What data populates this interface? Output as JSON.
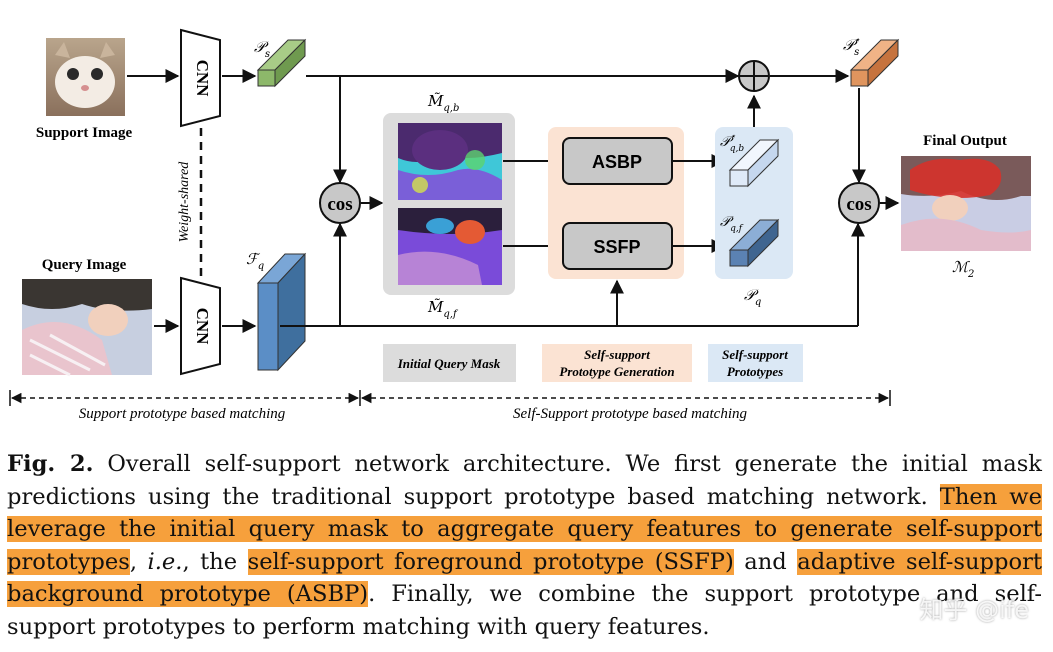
{
  "diagram": {
    "support_image_label": "Support Image",
    "query_image_label": "Query Image",
    "final_output_label": "Final Output",
    "cnn_top": "CNN",
    "cnn_bottom": "CNN",
    "weight_shared": "Weight-shared",
    "cos_left": "cos",
    "cos_right": "cos",
    "asbp": "ASBP",
    "ssfp": "SSFP",
    "p_s": "𝒫",
    "p_s_sub": "s",
    "p_s_star": "𝒫",
    "p_s_star_sub": "s",
    "p_s_star_sup": "⋆",
    "f_q": "ℱ",
    "f_q_sub": "q",
    "m_qb": "M̃",
    "m_qb_sub": "q,b",
    "m_qf": "M̃",
    "m_qf_sub": "q,f",
    "p_qb": "𝒫",
    "p_qb_sub": "q,b",
    "p_qb_sup": "⋆",
    "p_qf": "𝒫",
    "p_qf_sub": "q,f",
    "p_q": "𝒫",
    "p_q_sub": "q",
    "m_2": "ℳ",
    "m_2_sub": "2",
    "legend_initial": "Initial Query Mask",
    "legend_generation_1": "Self-support",
    "legend_generation_2": "Prototype Generation",
    "legend_prototypes_1": "Self-support",
    "legend_prototypes_2": "Prototypes",
    "span_left": "Support prototype based matching",
    "span_right": "Self-Support prototype based matching",
    "colors": {
      "support_proto": "#8db86a",
      "support_proto_star": "#e0955e",
      "query_feat": "#5b8ec6",
      "mask_panel": "#dcdcdc",
      "gen_panel": "#fbe3d3",
      "proto_panel": "#dbe8f5",
      "highlight": "#f6a03c"
    }
  },
  "caption": {
    "fig_label": "Fig. 2.",
    "text_1": " Overall self-support network architecture. We first generate the initial mask predictions using the traditional support prototype based matching network. ",
    "hl_1": "Then we leverage the initial query mask to aggregate query features to generate self-support prototypes",
    "text_2": ", ",
    "ie": "i.e.",
    "text_3": ", the ",
    "hl_2": "self-support foreground prototype (SSFP)",
    "text_4": " and ",
    "hl_3": "adaptive self-support background prototype (ASBP)",
    "text_5": ". Finally, we combine the support prototype and self-support prototypes to perform matching with query features."
  },
  "watermark": "知乎 @ife"
}
